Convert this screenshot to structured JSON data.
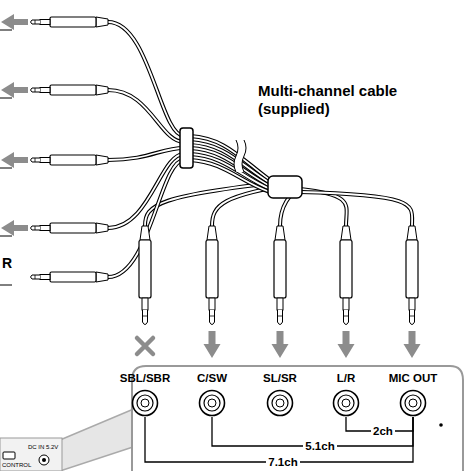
{
  "diagram": {
    "nodes": [
      {
        "text": [
          "SBL/SBR"
        ]
      },
      {
        "text": [
          "C/SW"
        ]
      },
      {
        "text": [
          "SL/SR"
        ]
      },
      {
        "text": [
          "L/R"
        ]
      },
      {
        "text": [
          "MIC OUT"
        ]
      }
    ],
    "edges": [
      {
        "from": 3,
        "to": 4,
        "label": "2ch",
        "arrow": "none"
      },
      {
        "from": 1,
        "to": 4,
        "label": "5.1ch",
        "arrow": "none"
      },
      {
        "from": 0,
        "to": 4,
        "label": "7.1ch",
        "arrow": "none"
      }
    ],
    "labels": [
      "Multi-channel cable (supplied)",
      "R",
      "DC IN 5.2V",
      "CONTROL"
    ]
  }
}
